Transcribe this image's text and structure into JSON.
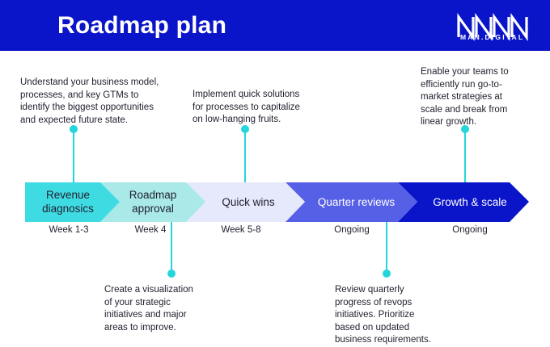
{
  "title": "Roadmap plan",
  "brand": {
    "name": "MAN.DIGITAL",
    "logo_icon": "nnnn-logo-icon",
    "colors": {
      "header": "#0a14c8",
      "dot": "#24d6dc"
    }
  },
  "stages": [
    {
      "label_line1": "Revenue",
      "label_line2": "diagnosics",
      "timing": "Week 1-3",
      "color": "#3fdbe3",
      "text_color": "#1f1f2e",
      "description": [
        "Understand your business model,",
        "processes, and key GTMs to",
        "identify the biggest opportunities",
        "and expected future state."
      ]
    },
    {
      "label_line1": "Roadmap",
      "label_line2": "approval",
      "timing": "Week 4",
      "color": "#a9e9e8",
      "text_color": "#1f1f2e",
      "description": [
        "Create a visualization",
        "of your strategic",
        "initiatives and major",
        "areas to improve."
      ]
    },
    {
      "label_line1": "Quick wins",
      "label_line2": "",
      "timing": "Week 5-8",
      "color": "#e6e8fb",
      "text_color": "#1f1f2e",
      "description": [
        "Implement quick solutions",
        "for processes to capitalize",
        "on low-hanging fruits."
      ]
    },
    {
      "label_line1": "Quarter reviews",
      "label_line2": "",
      "timing": "Ongoing",
      "color": "#5660e6",
      "text_color": "#ffffff",
      "description": [
        "Review quarterly",
        "progress of revops",
        "initiatives. Prioritize",
        "based on updated",
        "business requirements."
      ]
    },
    {
      "label_line1": "Growth & scale",
      "label_line2": "",
      "timing": "Ongoing",
      "color": "#0a14c8",
      "text_color": "#ffffff",
      "description": [
        "Enable your teams to",
        "efficiently run go-to-",
        "market strategies at",
        "scale and break from",
        "linear growth."
      ]
    }
  ]
}
